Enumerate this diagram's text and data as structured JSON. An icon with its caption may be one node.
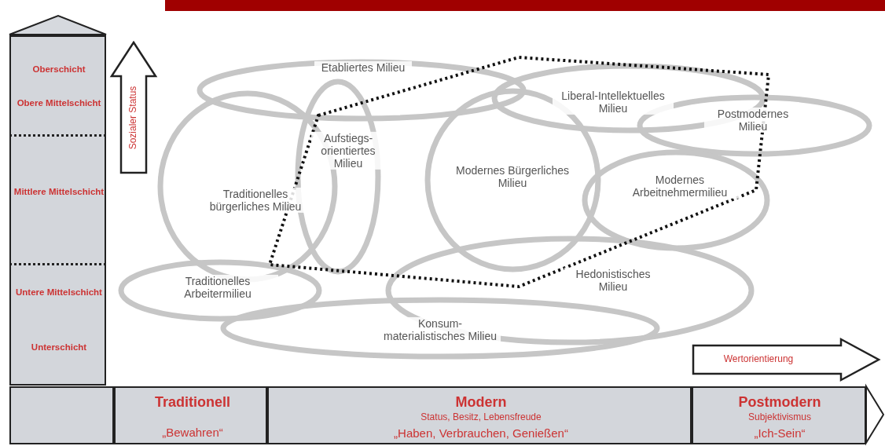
{
  "diagram": {
    "nodes": [
      {
        "text": [
          "Oberschicht",
          "Obere Mittelschicht"
        ]
      },
      {
        "text": [
          "Mittlere Mittelschicht"
        ]
      },
      {
        "text": [
          "Untere Mittelschicht",
          "Unterschicht"
        ]
      },
      {
        "text": [
          "Sozialer Status"
        ]
      },
      {
        "text": [
          "Etabliertes Milieu"
        ]
      },
      {
        "text": [
          "Liberal-Intellektuelles Milieu"
        ]
      },
      {
        "text": [
          "Postmodernes Milieu"
        ]
      },
      {
        "text": [
          "Aufstiegs- orientiertes Milieu"
        ]
      },
      {
        "text": [
          "Traditionelles bürgerliches Milieu"
        ]
      },
      {
        "text": [
          "Modernes Bürgerliches Milieu"
        ]
      },
      {
        "text": [
          "Modernes Arbeitnehmermilieu"
        ]
      },
      {
        "text": [
          "Traditionelles Arbeitermilieu"
        ]
      },
      {
        "text": [
          "Hedonistisches Milieu"
        ]
      },
      {
        "text": [
          "Konsum- materialistisches Milieu"
        ]
      },
      {
        "text": [
          "Wertorientierung"
        ]
      },
      {
        "text": [],
        "shape": "box"
      },
      {
        "text": [
          "Traditionell",
          "„Bewahren“"
        ]
      },
      {
        "text": [
          "Modern",
          "Status, Besitz, Lebensfreude",
          "„Haben, Verbrauchen, Genießen“"
        ]
      },
      {
        "text": [
          "Postmodern",
          "Subjektivismus",
          "„Ich-Sein“"
        ]
      }
    ]
  }
}
